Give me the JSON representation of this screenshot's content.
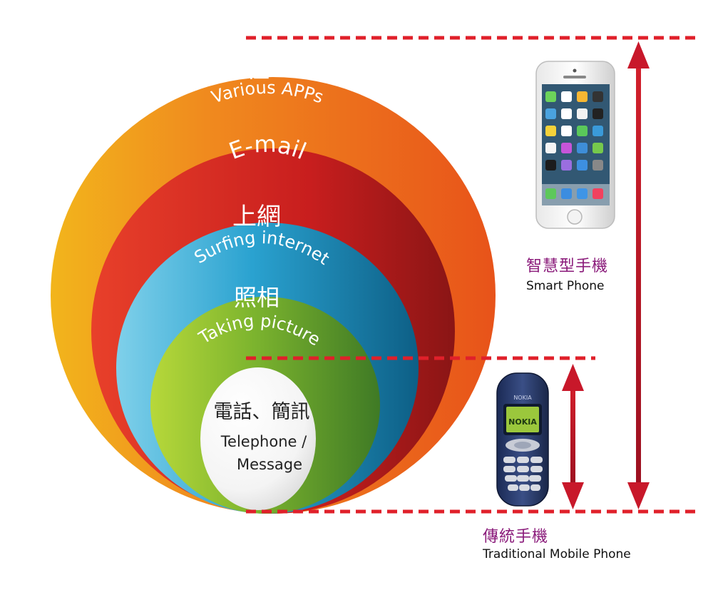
{
  "layers": [
    {
      "zh": "各種APP",
      "en": "Various APPs"
    },
    {
      "en": "E-mail"
    },
    {
      "zh": "上網",
      "en": "Surfing internet"
    },
    {
      "zh": "照相",
      "en": "Taking picture"
    },
    {
      "zh": "電話、簡訊",
      "en_line1": "Telephone /",
      "en_line2": "Message"
    }
  ],
  "smart_phone": {
    "zh": "智慧型手機",
    "en": "Smart Phone"
  },
  "traditional_phone": {
    "zh": "傳統手機",
    "en": "Traditional Mobile Phone"
  },
  "nokia": {
    "brand": "NOKIA"
  },
  "colors": {
    "orange": "#ef6a1c",
    "red": "#c8201e",
    "blue": "#1d8fc0",
    "green": "#6fae2c",
    "white": "#ffffff",
    "accent_purple": "#8a1a7a",
    "dashed_red": "#e0202a"
  }
}
